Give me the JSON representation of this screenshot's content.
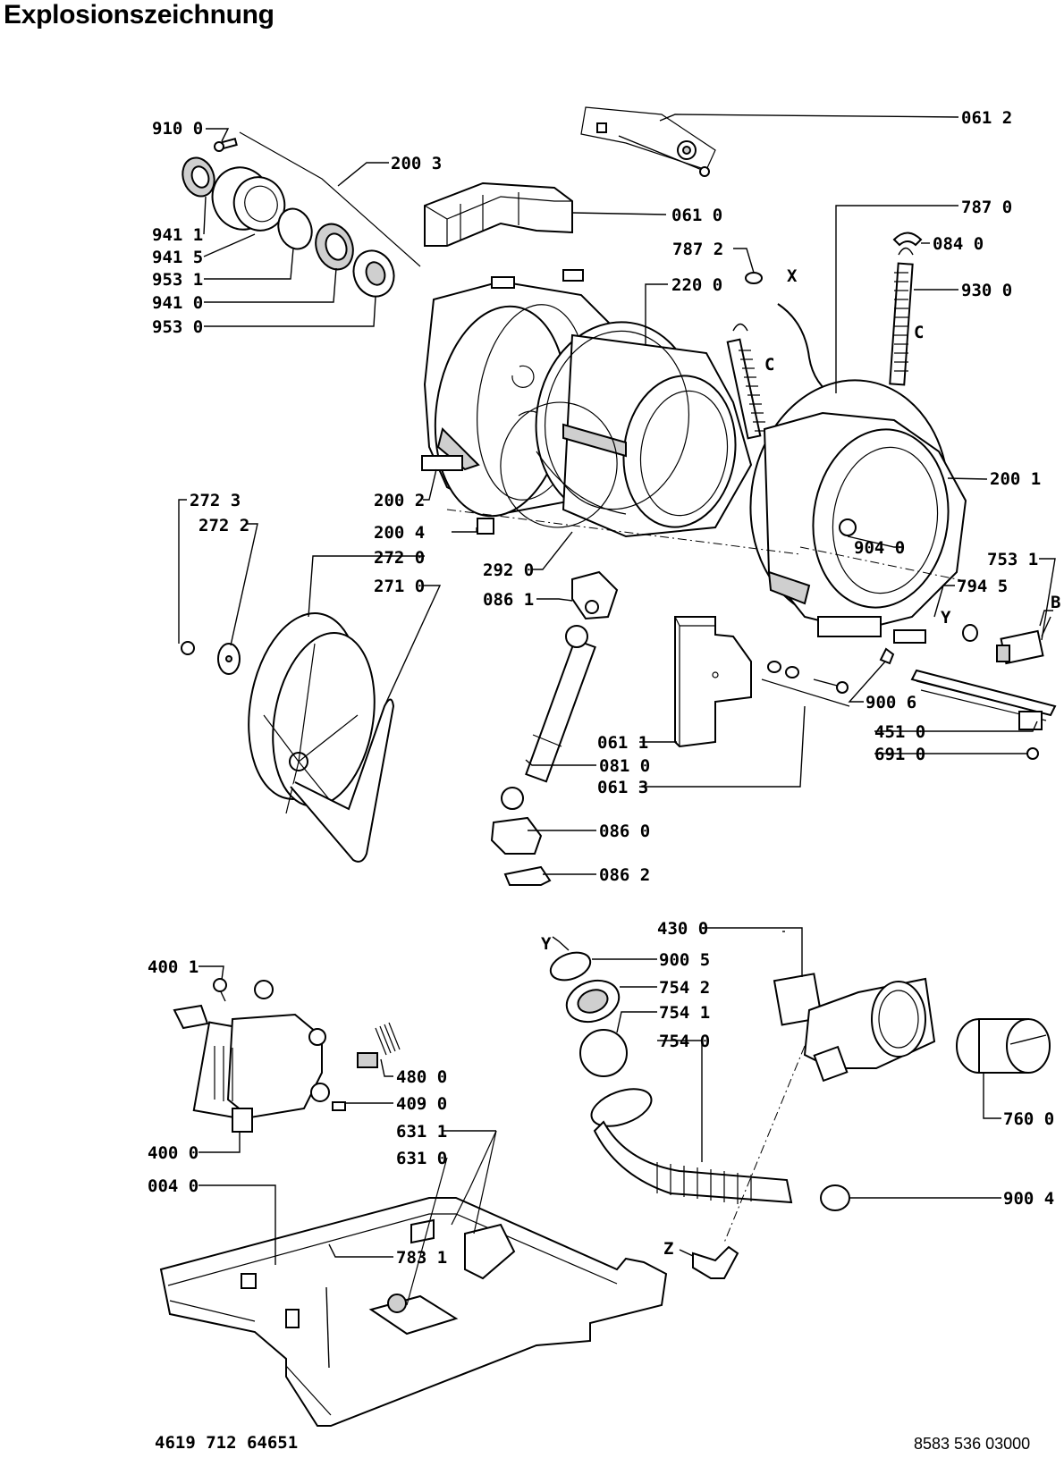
{
  "title": "Explosionszeichnung",
  "footer": {
    "left_code": "4619 712 64651",
    "right_code": "8583 536 03000"
  },
  "labels": {
    "l9100": "910 0",
    "l2003": "200 3",
    "l0612": "061 2",
    "l0610": "061 0",
    "l7870": "787 0",
    "l7872": "787 2",
    "l0840": "084 0",
    "x1": "X",
    "l9411": "941 1",
    "l9415": "941 5",
    "l9531": "953 1",
    "l9410": "941 0",
    "l9530": "953 0",
    "l2200": "220 0",
    "l9300": "930 0",
    "c1": "C",
    "c2": "C",
    "l2001": "200 1",
    "l2002": "200 2",
    "l2004": "200 4",
    "l2723": "272 3",
    "l2722": "272 2",
    "l2720": "272 0",
    "l2710": "271 0",
    "l2920": "292 0",
    "l0861": "086 1",
    "l9040": "904 0",
    "l7531": "753 1",
    "l7945": "794 5",
    "b1": "B",
    "y1": "Y",
    "l0611": "061 1",
    "l9006": "900 6",
    "l0613": "061 3",
    "l4510": "451 0",
    "l6910": "691 0",
    "l0810": "081 0",
    "l0860": "086 0",
    "l0862": "086 2",
    "l4300": "430 0",
    "y2": "Y",
    "l9005": "900 5",
    "l7542": "754 2",
    "l7541": "754 1",
    "l7540": "754 0",
    "l7600": "760 0",
    "l4001": "400 1",
    "l4800": "480 0",
    "l4090": "409 0",
    "l4000": "400 0",
    "l6311": "631 1",
    "l6310": "631 0",
    "l0040": "004 0",
    "l9004": "900 4",
    "z1": "Z",
    "l7831": "783 1"
  }
}
